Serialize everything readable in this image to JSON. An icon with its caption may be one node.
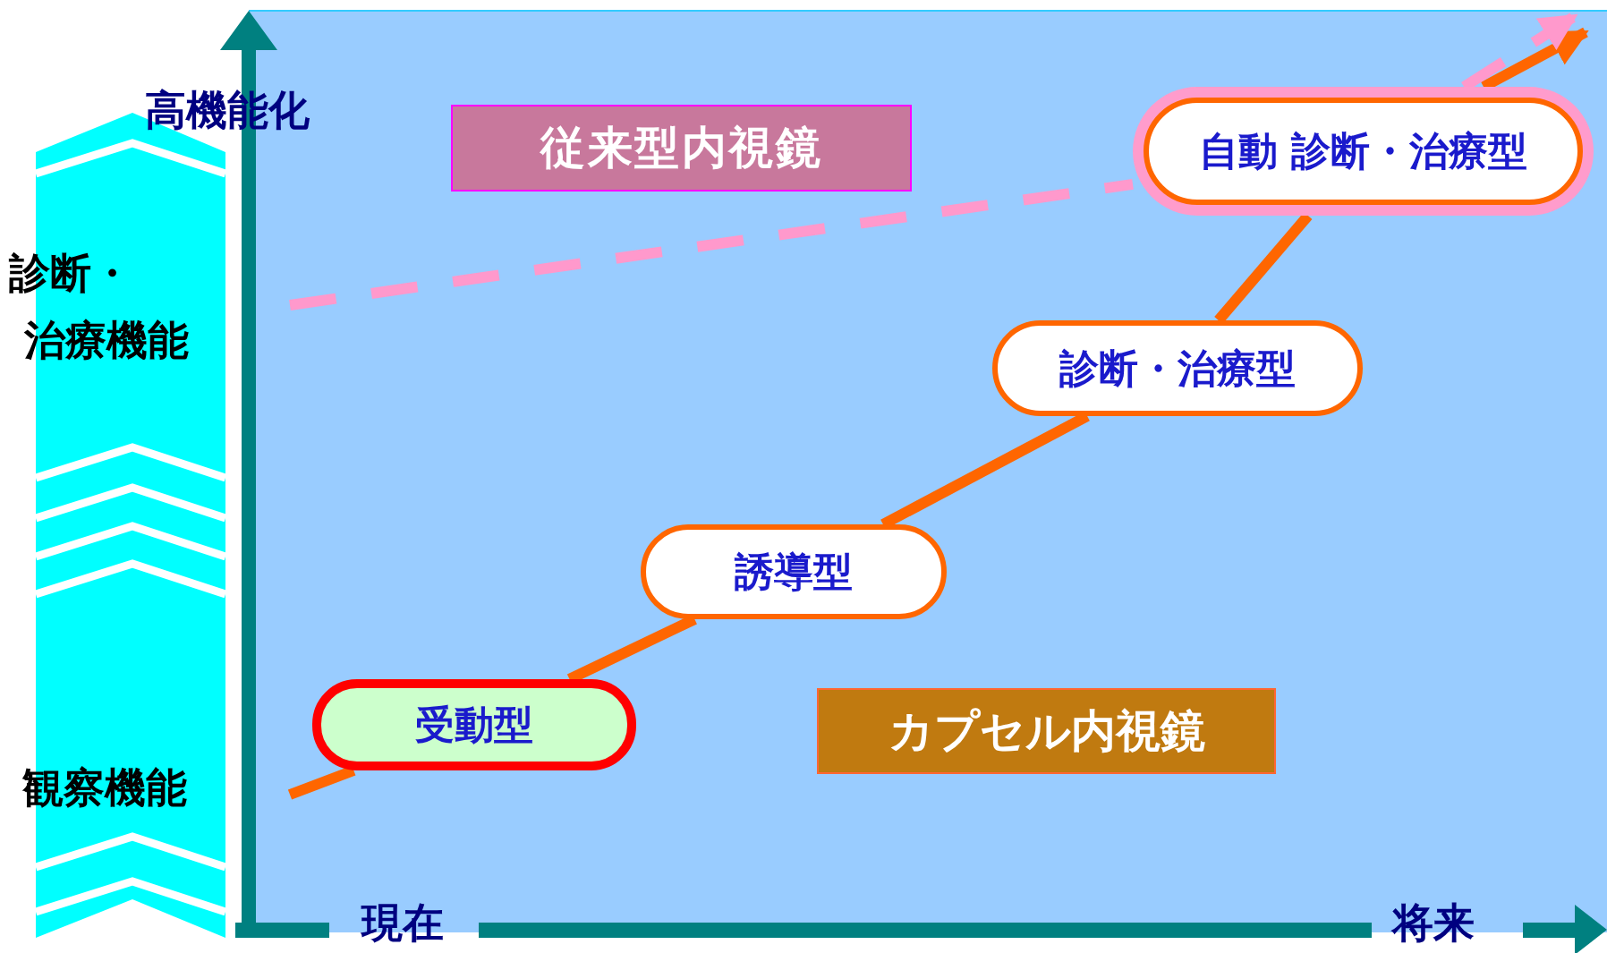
{
  "diagram": {
    "nodes": [
      {
        "text": [
          "従来型内視鏡"
        ]
      },
      {
        "text": [
          "カプセル内視鏡"
        ]
      },
      {
        "text": [
          "受動型"
        ]
      },
      {
        "text": [
          "誘導型"
        ]
      },
      {
        "text": [
          "診断・治療型"
        ]
      },
      {
        "text": [
          "自動 診断・治療型"
        ]
      }
    ],
    "edges": [
      {
        "from": null,
        "to": 2,
        "arrow": "none"
      },
      {
        "from": 2,
        "to": 3,
        "arrow": "none"
      },
      {
        "from": 3,
        "to": 4,
        "arrow": "none"
      },
      {
        "from": 4,
        "to": 5,
        "arrow": "none"
      },
      {
        "from": 5,
        "to": null,
        "arrow": "to"
      },
      {
        "from": null,
        "to": 5,
        "arrow": "none",
        "style": "dashed",
        "color": "#ff99cc"
      },
      {
        "from": 5,
        "to": null,
        "arrow": "to",
        "style": "dashed",
        "color": "#ff99cc"
      }
    ],
    "labels": [
      "高機能化",
      "診断・",
      "治療機能",
      "観察機能",
      "現在",
      "将来"
    ]
  }
}
